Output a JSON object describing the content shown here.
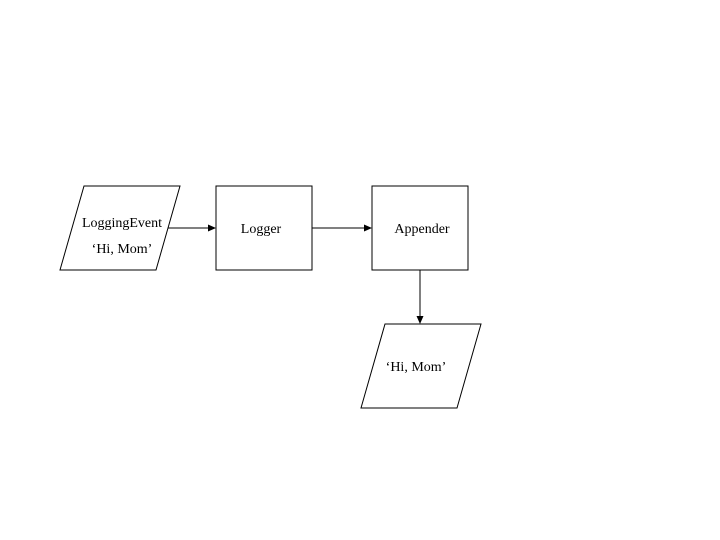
{
  "diagram": {
    "nodes": {
      "event": {
        "shape": "parallelogram",
        "line1": "LoggingEvent",
        "line2": "‘Hi, Mom’"
      },
      "logger": {
        "shape": "rectangle",
        "label": "Logger"
      },
      "appender": {
        "shape": "rectangle",
        "label": "Appender"
      },
      "output": {
        "shape": "parallelogram",
        "label": "‘Hi, Mom’"
      }
    },
    "edges": [
      {
        "from": "event",
        "to": "logger",
        "style": "arrow"
      },
      {
        "from": "logger",
        "to": "appender",
        "style": "arrow"
      },
      {
        "from": "appender",
        "to": "output",
        "style": "arrow"
      }
    ],
    "colors": {
      "stroke": "#000000",
      "fill": "#ffffff",
      "background": "#ffffff"
    }
  }
}
